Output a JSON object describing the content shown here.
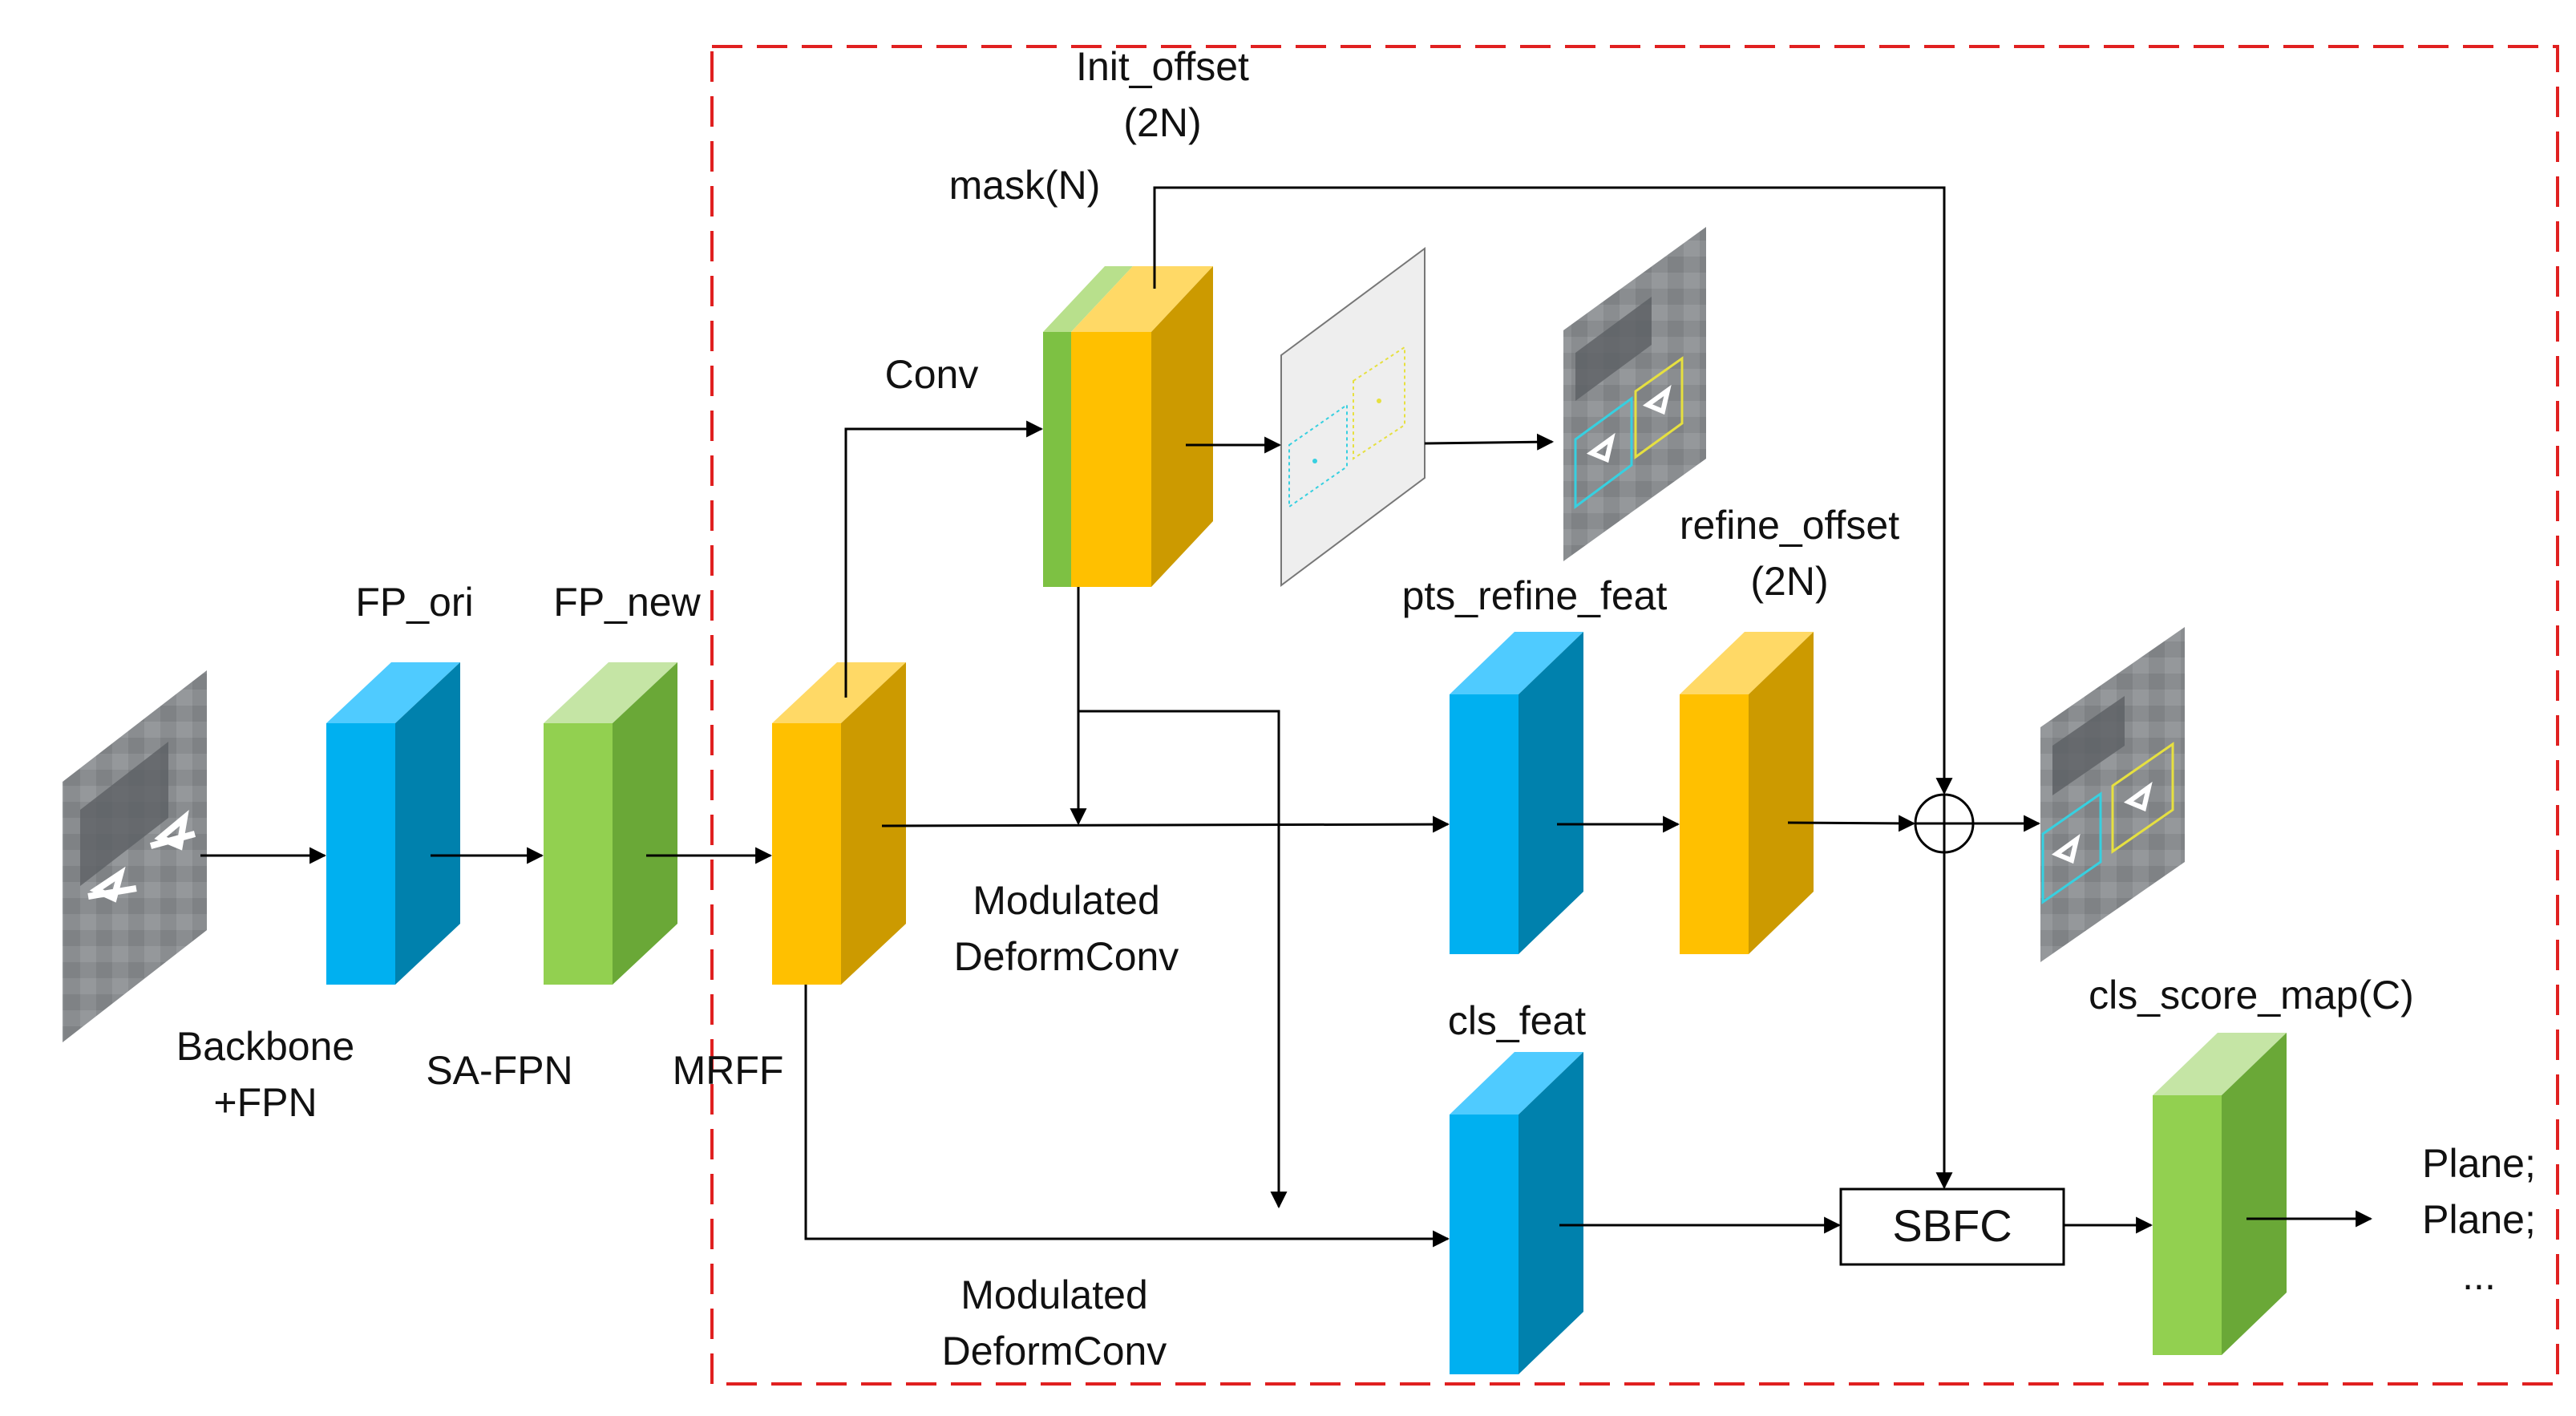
{
  "labels": {
    "fp_ori": "FP_ori",
    "fp_new": "FP_new",
    "backbone_line1": "Backbone",
    "backbone_line2": "+FPN",
    "sa_fpn": "SA-FPN",
    "mrff": "MRFF",
    "conv": "Conv",
    "init_offset_line1": "Init_offset",
    "init_offset_line2": "(2N)",
    "mask": "mask(N)",
    "refine_offset_line1": "refine_offset",
    "refine_offset_line2": "(2N)",
    "pts_refine_feat": "pts_refine_feat",
    "mod_deform_1_line1": "Modulated",
    "mod_deform_1_line2": "DeformConv",
    "mod_deform_2_line1": "Modulated",
    "mod_deform_2_line2": "DeformConv",
    "cls_feat": "cls_feat",
    "sbfc": "SBFC",
    "cls_score_map": "cls_score_map(C)",
    "output_line1": "Plane;",
    "output_line2": "Plane;",
    "output_line3": "..."
  },
  "colors": {
    "blue": "#00b0f0",
    "yellow": "#ffc000",
    "green": "#92d050",
    "dashed_region": "#e02020"
  }
}
